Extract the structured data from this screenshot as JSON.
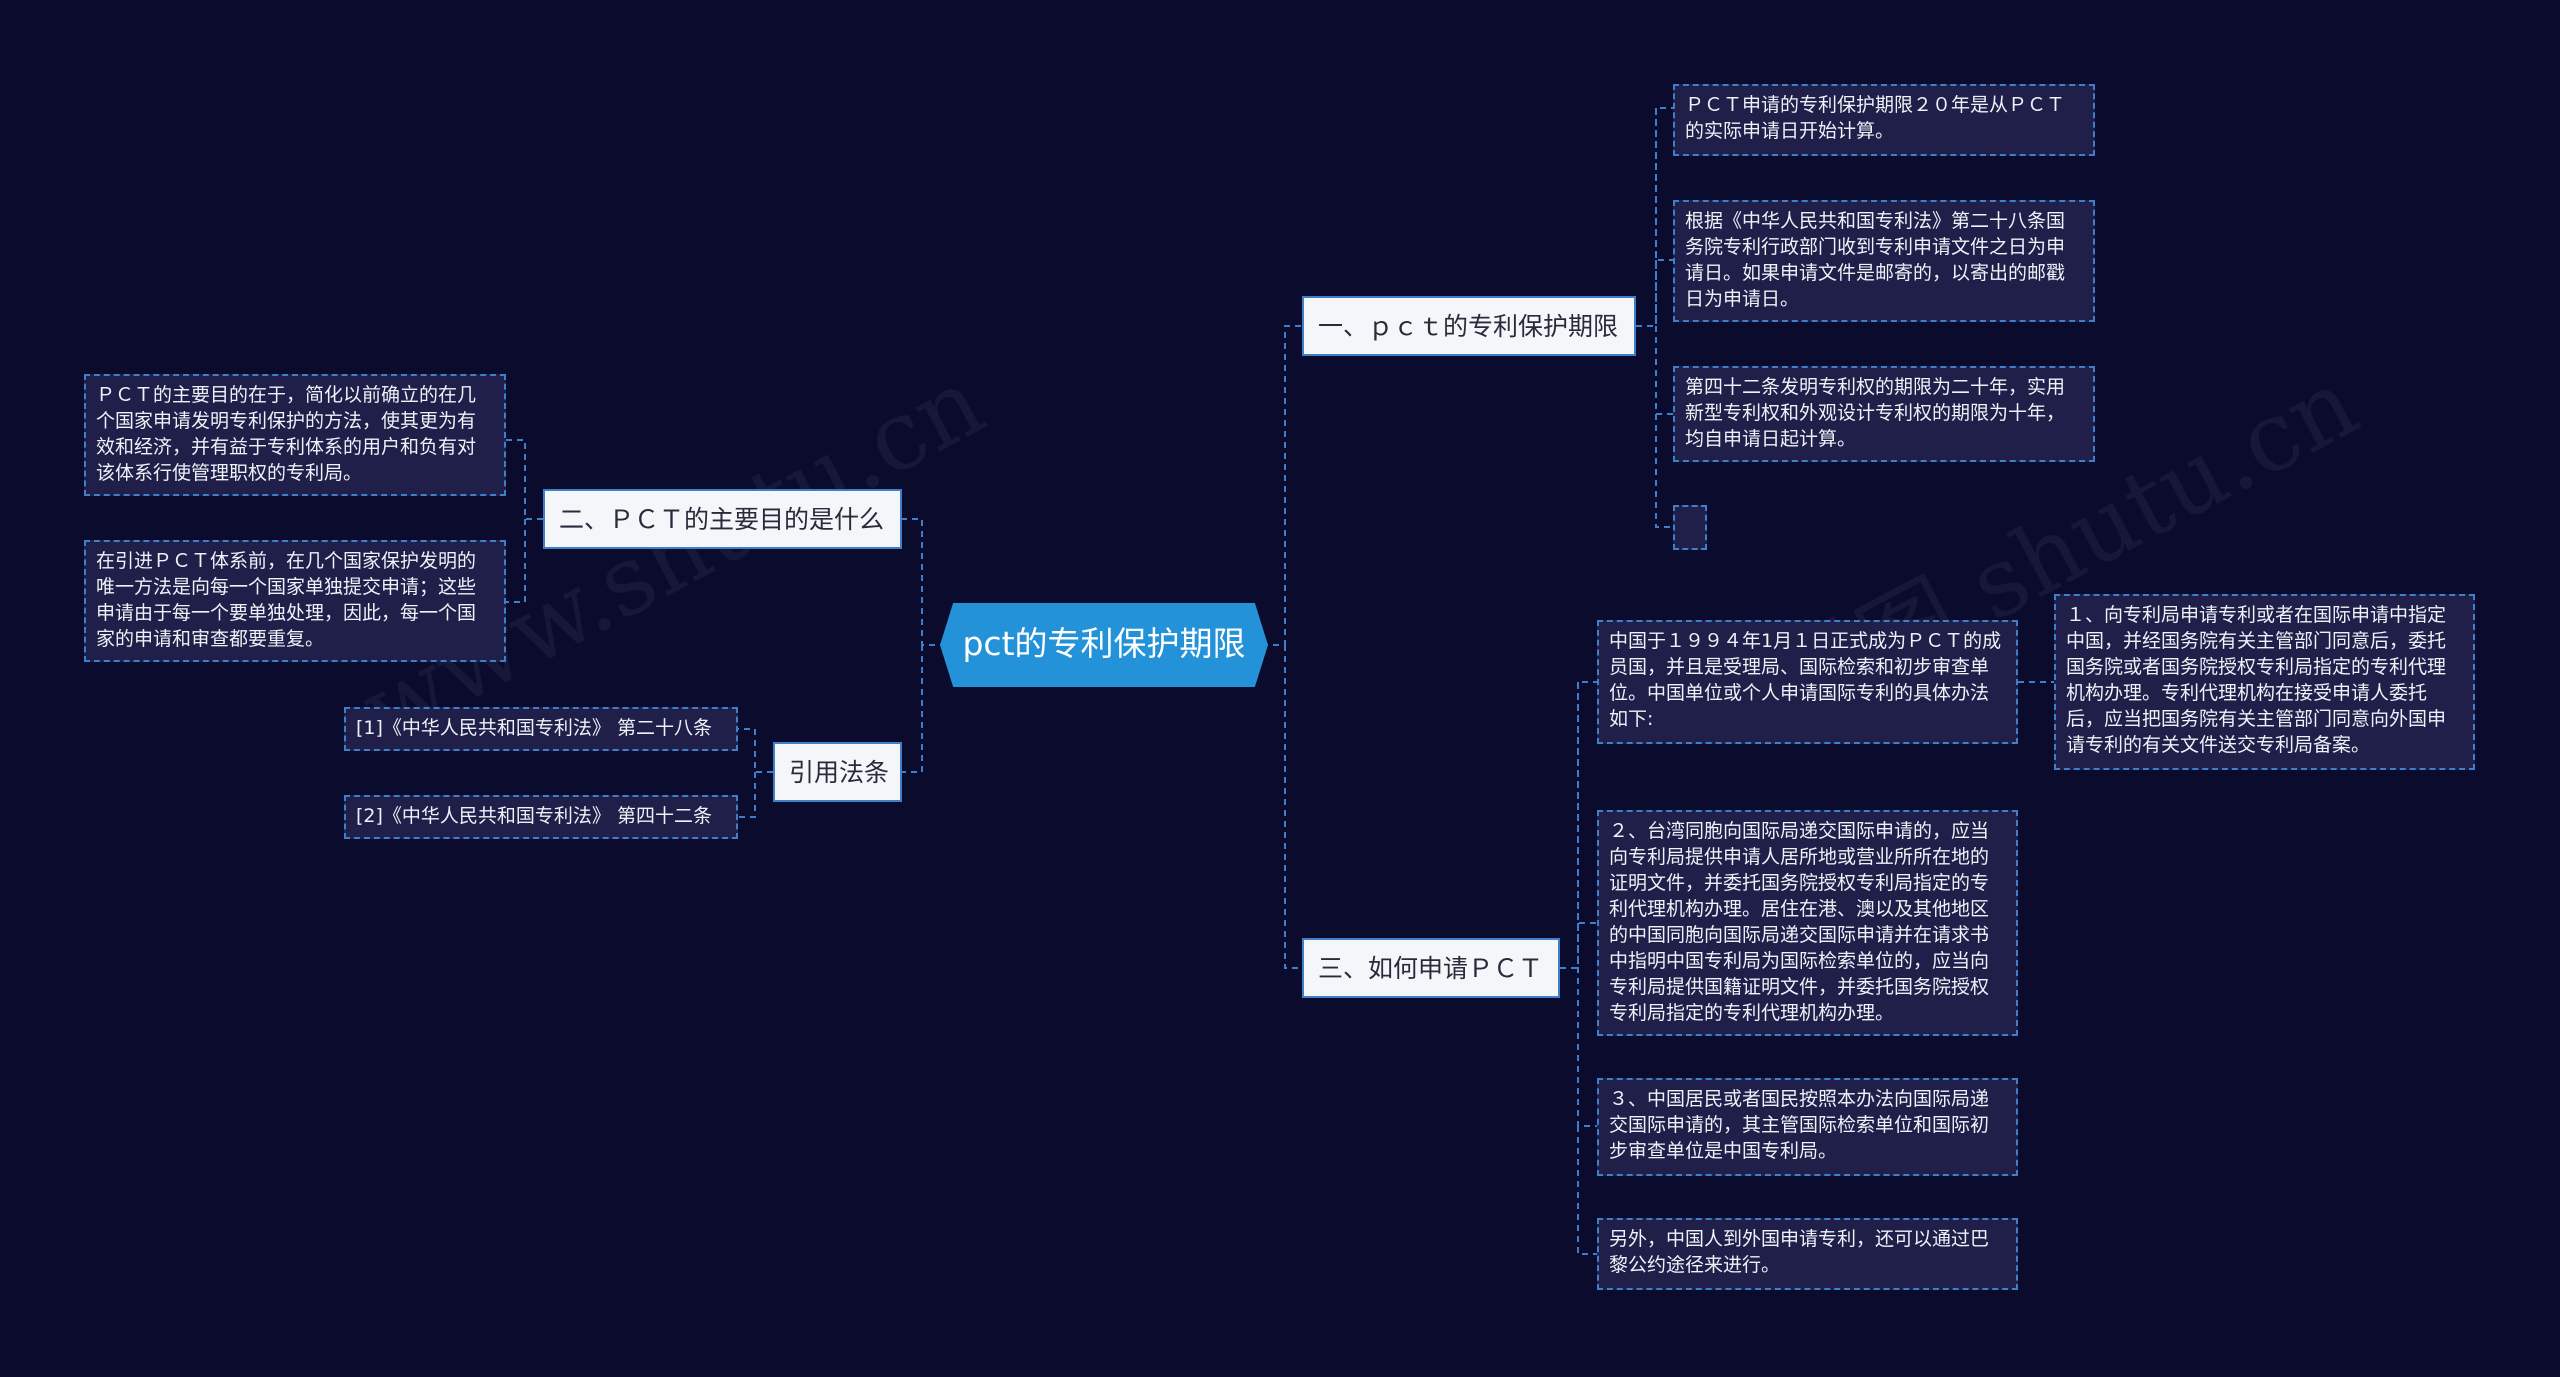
{
  "root": {
    "label": "pct的专利保护期限"
  },
  "branch_1": {
    "label": "一、ｐｃｔ的专利保护期限",
    "items": [
      "ＰＣＴ申请的专利保护期限２０年是从ＰＣＴ的实际申请日开始计算。",
      "根据《中华人民共和国专利法》第二十八条国务院专利行政部门收到专利申请文件之日为申请日。如果申请文件是邮寄的，以寄出的邮戳日为申请日。",
      "第四十二条发明专利权的期限为二十年，实用新型专利权和外观设计专利权的期限为十年，均自申请日起计算。"
    ]
  },
  "branch_2": {
    "label": "二、ＰＣＴ的主要目的是什么",
    "items": [
      "ＰＣＴ的主要目的在于，简化以前确立的在几个国家申请发明专利保护的方法，使其更为有效和经济，并有益于专利体系的用户和负有对该体系行使管理职权的专利局。",
      "在引进ＰＣＴ体系前，在几个国家保护发明的唯一方法是向每一个国家单独提交申请；这些申请由于每一个要单独处理，因此，每一个国家的申请和审查都要重复。"
    ]
  },
  "branch_3": {
    "label": "引用法条",
    "items": [
      "[1]《中华人民共和国专利法》 第二十八条",
      "[2]《中华人民共和国专利法》 第四十二条"
    ]
  },
  "branch_4": {
    "label": "三、如何申请ＰＣＴ",
    "items": [
      "中国于１９９４年1月１日正式成为ＰＣＴ的成员国，并且是受理局、国际检索和初步审查单位。中国单位或个人申请国际专利的具体办法如下:",
      "２、台湾同胞向国际局递交国际申请的，应当向专利局提供申请人居所地或营业所所在地的证明文件，并委托国务院授权专利局指定的专利代理机构办理。居住在港、澳以及其他地区的中国同胞向国际局递交国际申请并在请求书中指明中国专利局为国际检索单位的，应当向专利局提供国籍证明文件，并委托国务院授权专利局指定的专利代理机构办理。",
      "３、中国居民或者国民按照本办法向国际局递交国际申请的，其主管国际检索单位和国际初步审查单位是中国专利局。",
      "另外，中国人到外国申请专利，还可以通过巴黎公约途径来进行。"
    ],
    "sub_item": "１、向专利局申请专利或者在国际申请中指定中国，并经国务院有关主管部门同意后，委托国务院或者国务院授权专利局指定的专利代理机构办理。专利代理机构在接受申请人委托后，应当把国务院有关主管部门同意向外国申请专利的有关文件送交专利局备案。"
  },
  "colors": {
    "background": "#0b0b2e",
    "root": "#2492d8",
    "connector": "#3f7ec9"
  }
}
